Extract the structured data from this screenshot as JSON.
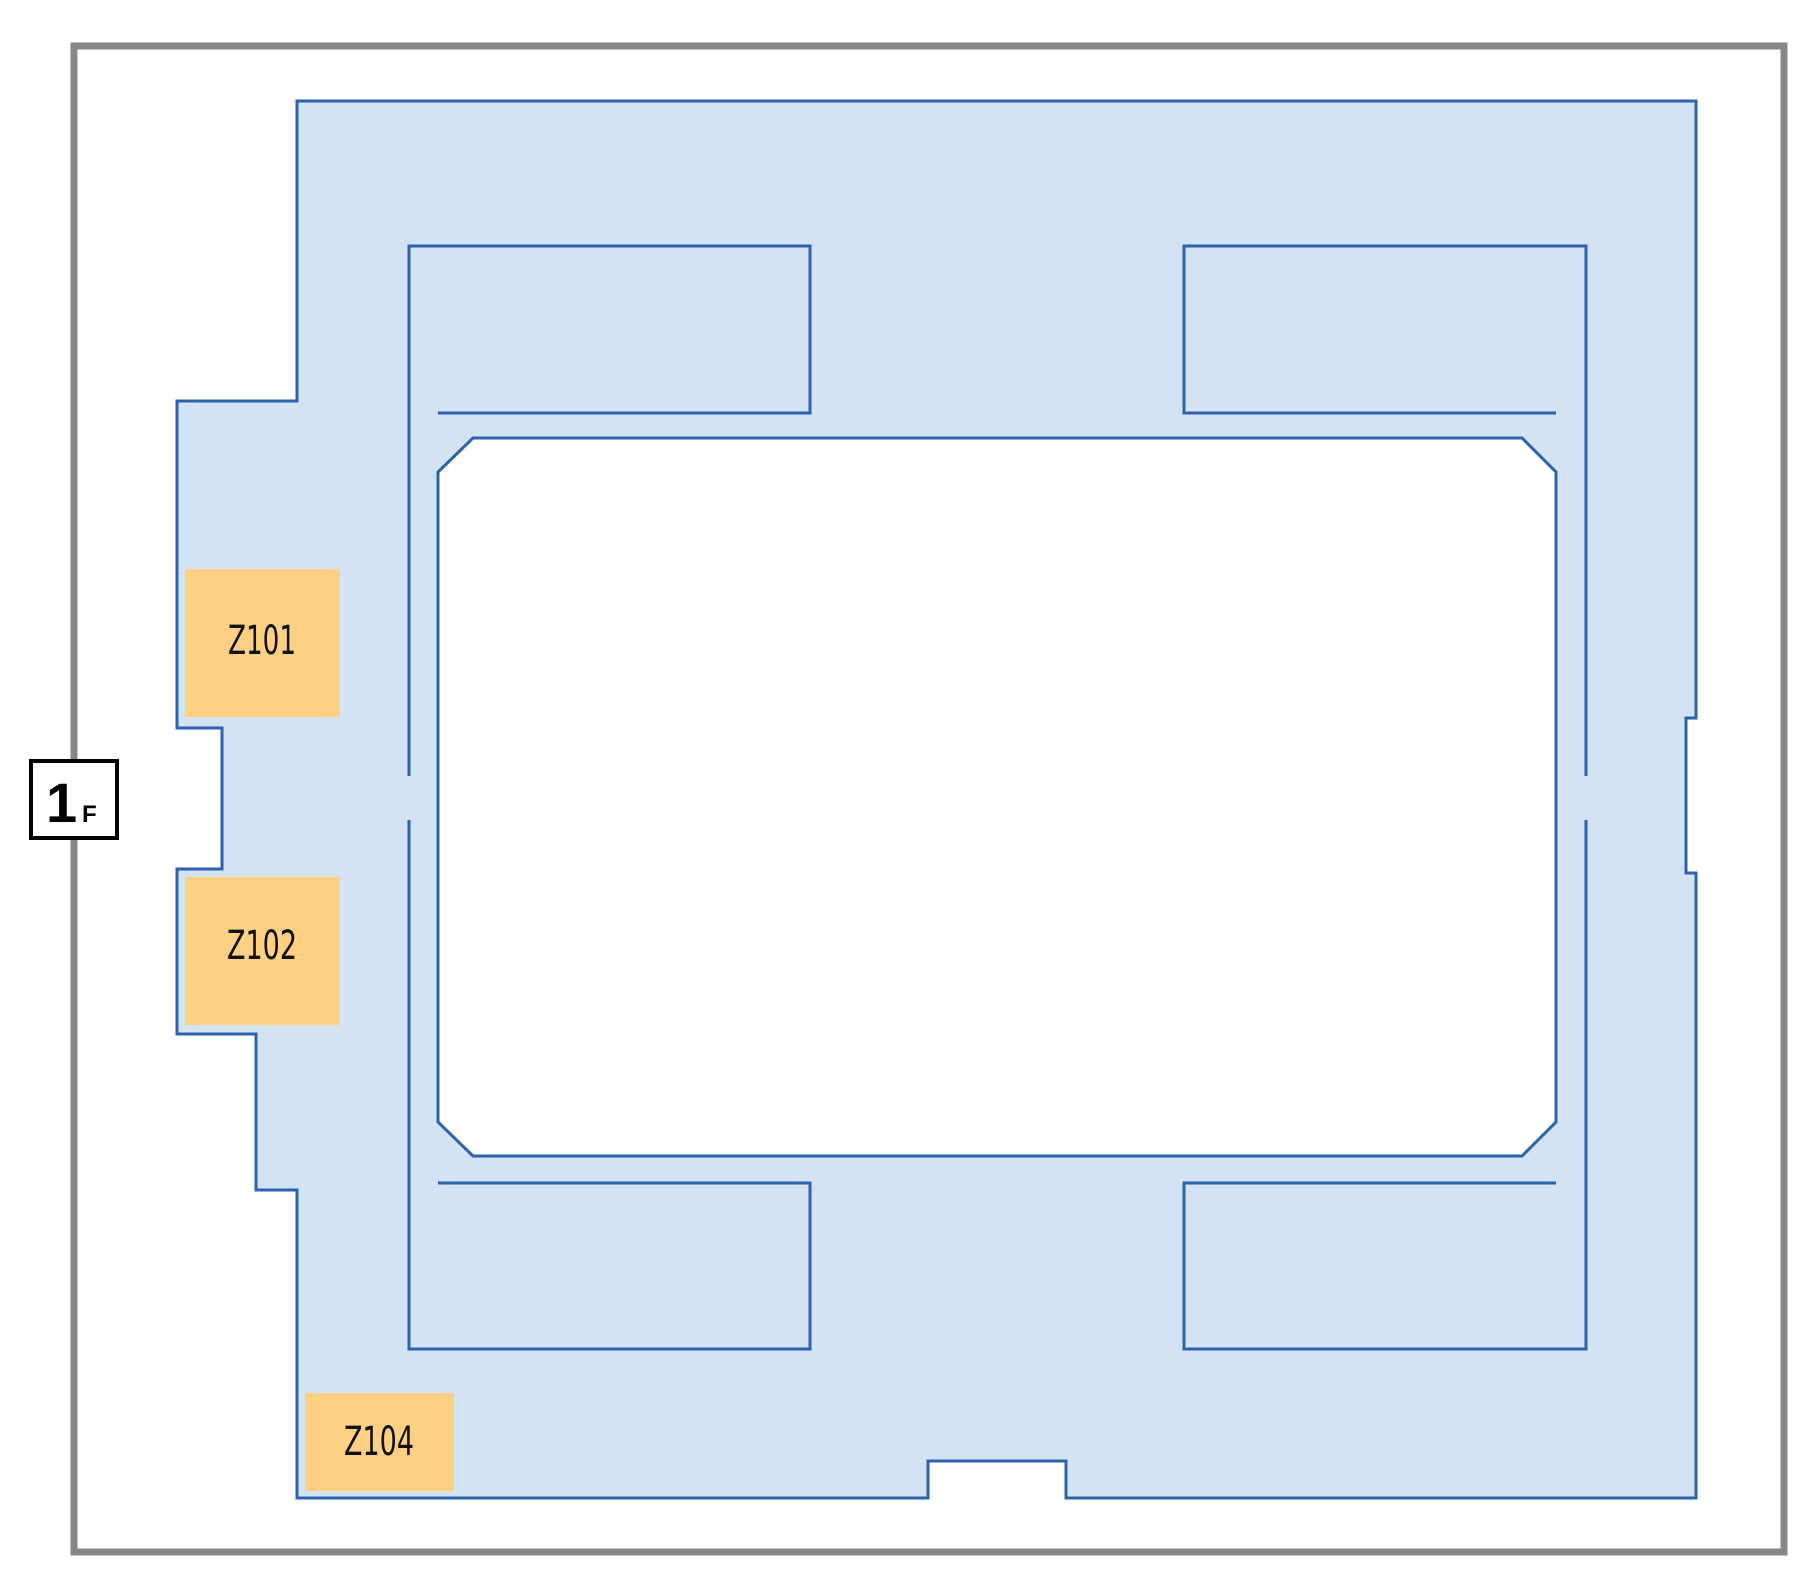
{
  "floor": {
    "number": "1",
    "suffix": "F"
  },
  "zones": [
    {
      "id": "Z101",
      "label": "Z101"
    },
    {
      "id": "Z102",
      "label": "Z102"
    },
    {
      "id": "Z104",
      "label": "Z104"
    }
  ],
  "colors": {
    "frame": "#878787",
    "floor_fill": "#d4e3f3",
    "wall": "#2e62ac",
    "zone_fill": "#fdd084",
    "courtyard": "#ffffff"
  }
}
